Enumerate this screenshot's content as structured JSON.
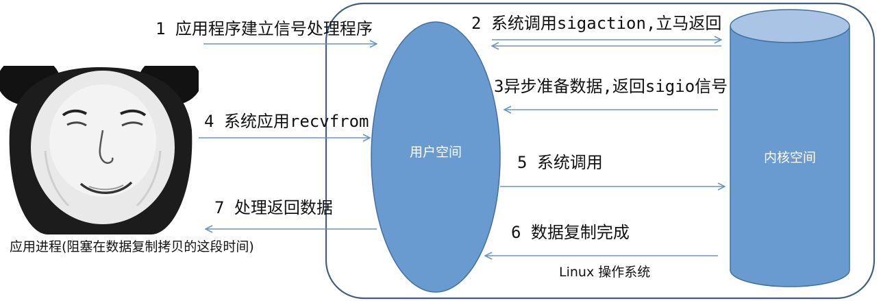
{
  "colors": {
    "container_stroke": "#3f5e86",
    "shape_fill": "#6a9bd0",
    "shape_stroke": "#41709e",
    "cylinder_top": "#a9c4e4",
    "arrow": "#6b93c3"
  },
  "process": {
    "image": "panda-meme-face",
    "caption": "应用进程(阻塞在数据复制拷贝的这段时间)"
  },
  "os_label": "Linux 操作系统",
  "user_space": "用户空间",
  "kernel_space": "内核空间",
  "steps": [
    {
      "id": "1",
      "text": "1 应用程序建立信号处理程序"
    },
    {
      "id": "2",
      "text": "2 系统调用sigaction,立马返回"
    },
    {
      "id": "3",
      "text": "3异步准备数据,返回sigio信号"
    },
    {
      "id": "4",
      "text": "4 系统应用recvfrom"
    },
    {
      "id": "5",
      "text": "5 系统调用"
    },
    {
      "id": "6",
      "text": "6 数据复制完成"
    },
    {
      "id": "7",
      "text": "7 处理返回数据"
    }
  ]
}
